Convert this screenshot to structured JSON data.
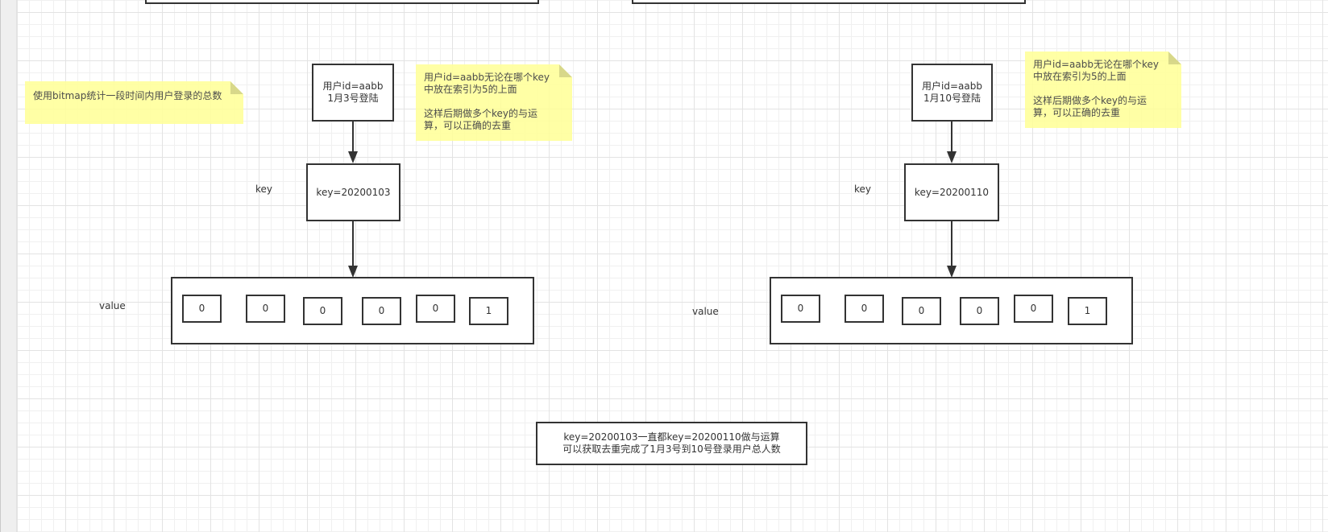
{
  "diagram": {
    "title_note": "使用bitmap统计一段时间内用户登录的总数",
    "left": {
      "user_box": [
        "用户id=aabb",
        "1月3号登陆"
      ],
      "note": "用户id=aabb无论在哪个key\n中放在索引为5的上面\n\n这样后期做多个key的与运\n算，可以正确的去重",
      "key_label": "key",
      "key_box": "key=20200103",
      "value_label": "value",
      "bits": [
        "0",
        "0",
        "0",
        "0",
        "0",
        "1"
      ]
    },
    "right": {
      "user_box": [
        "用户id=aabb",
        "1月10号登陆"
      ],
      "note": "用户id=aabb无论在哪个key\n中放在索引为5的上面\n\n这样后期做多个key的与运\n算，可以正确的去重",
      "key_label": "key",
      "key_box": "key=20200110",
      "value_label": "value",
      "bits": [
        "0",
        "0",
        "0",
        "0",
        "0",
        "1"
      ]
    },
    "summary_box": [
      "key=20200103一直都key=20200110做与运算",
      "可以获取去重完成了1月3号到10号登录用户总人数"
    ]
  },
  "colors": {
    "stroke": "#333333",
    "note_fill": "#ffff99",
    "note_fold": "#d3d37a",
    "grid_major": "#e3e3e3",
    "grid_minor": "#f0f0f0"
  }
}
